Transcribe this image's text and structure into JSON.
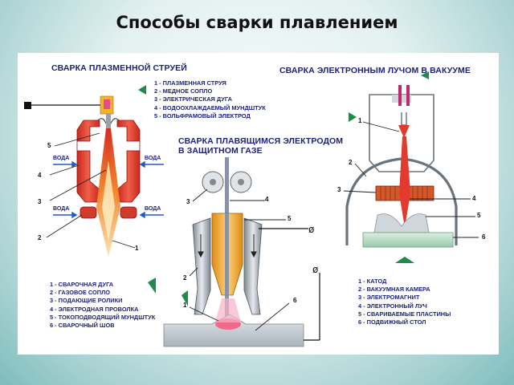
{
  "title": "Способы сварки плавлением",
  "plasma": {
    "heading": "СВАРКА ПЛАЗМЕННОЙ СТРУЕЙ",
    "legend": [
      "1 - ПЛАЗМЕННАЯ СТРУЯ",
      "2 - МЕДНОЕ СОПЛО",
      "3 - ЭЛЕКТРИЧЕСКАЯ ДУГА",
      "4 - ВОДООХЛАЖДАЕМЫЙ МУНДШТУК",
      "5 - ВОЛЬФРАМОВЫЙ ЭЛЕКТРОД"
    ],
    "numbers": [
      "5",
      "4",
      "3",
      "2",
      "1"
    ],
    "water_label": "ВОДА"
  },
  "mig": {
    "heading_line1": "СВАРКА ПЛАВЯЩИМСЯ ЭЛЕКТРОДОМ",
    "heading_line2": "В ЗАЩИТНОМ ГАЗЕ",
    "legend": [
      "1 - СВАРОЧНАЯ ДУГА",
      "2 - ГАЗОВОЕ СОПЛО",
      "3 - ПОДАЮЩИЕ РОЛИКИ",
      "4 - ЭЛЕКТРОДНАЯ ПРОВОЛКА",
      "5 - ТОКОПОДВОДЯЩИЙ МУНДШТУК",
      "6 - СВАРОЧНЫЙ ШОВ"
    ],
    "numbers": [
      "3",
      "4",
      "5",
      "2",
      "1",
      "6"
    ]
  },
  "ebeam": {
    "heading": "СВАРКА ЭЛЕКТРОННЫМ ЛУЧОМ В ВАКУУМЕ",
    "legend": [
      "1 - КАТОД",
      "2 - ВАКУУМНАЯ КАМЕРА",
      "3 - ЭЛЕКТРОМАГНИТ",
      "4 - ЭЛЕКТРОННЫЙ ЛУЧ",
      "5 - СВАРИВАЕМЫЕ ПЛАСТИНЫ",
      "6 - ПОДВИЖНЫЙ СТОЛ"
    ],
    "numbers": [
      "1",
      "2",
      "3",
      "4",
      "5",
      "6"
    ]
  },
  "colors": {
    "heading": "#1b1f7a",
    "nozzle_red": "#e23a2e",
    "flame_orange": "#f4a321",
    "accent_green": "#1f8a4c",
    "steel_gray": "#b9c3cc"
  }
}
